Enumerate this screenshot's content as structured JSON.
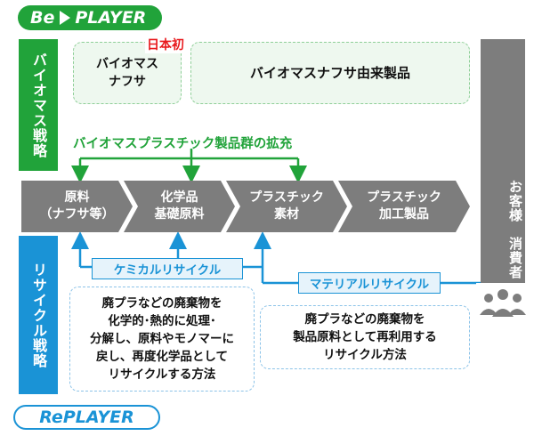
{
  "logos": {
    "be_prefix": "Be",
    "be_suffix": "PLAYER",
    "re": "RePLAYER"
  },
  "strategies": {
    "biomass": "バイオマス戦略",
    "recycle": "リサイクル戦略"
  },
  "customers": {
    "label": "お客様　消費者"
  },
  "biomass_boxes": {
    "naphtha": "バイオマス\nナフサ",
    "first_in_japan": "日本初",
    "derived_products": "バイオマスナフサ由来製品"
  },
  "expansion_label": "バイオマスプラスチック製品群の拡充",
  "process": [
    {
      "label": "原料\n（ナフサ等）"
    },
    {
      "label": "化学品\n基礎原料"
    },
    {
      "label": "プラスチック\n素材"
    },
    {
      "label": "プラスチック\n加工製品"
    }
  ],
  "recycling": {
    "chemical": {
      "label": "ケミカルリサイクル",
      "description": "廃プラなどの廃棄物を\n化学的･熱的に処理･\n分解し、原料やモノマーに\n戻し、再度化学品として\nリサイクルする方法"
    },
    "material": {
      "label": "マテリアルリサイクル",
      "description": "廃プラなどの廃棄物を\n製品原料として再利用する\nリサイクル方法"
    }
  },
  "colors": {
    "green": "#21a33a",
    "blue": "#1a93d6",
    "gray": "#7d7d7d",
    "red": "#e8191c"
  },
  "icons": {
    "customers": "people-group-icon"
  }
}
